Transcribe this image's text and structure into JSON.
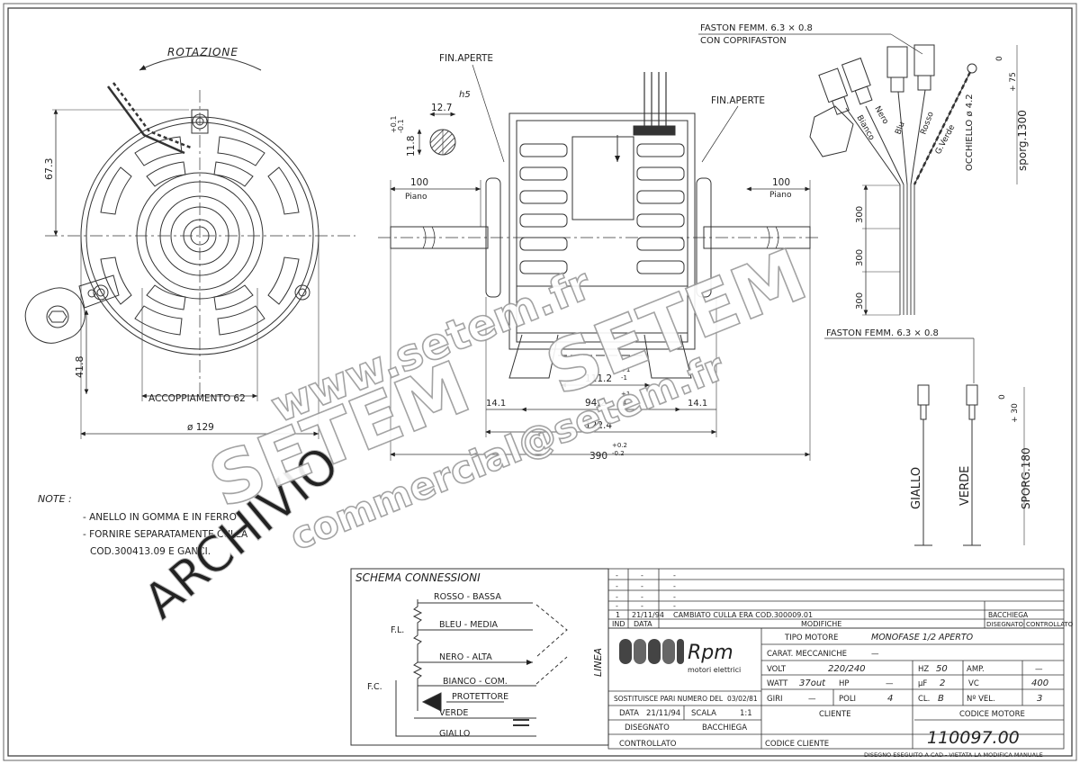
{
  "views": {
    "front": {
      "rotation_label": "ROTAZIONE",
      "dim_height": "67.3",
      "dim_side": "41.8",
      "coupling_label": "ACCOPPIAMENTO 62",
      "diameter_label": "ø 129"
    },
    "side": {
      "fin_open_left": "FIN.APERTE",
      "fin_open_right": "FIN.APERTE",
      "shaft_tol": "h5",
      "key_width": "12.7",
      "key_height": "11.8",
      "key_tol_top": "+0.1",
      "key_tol_bottom": "-0.1",
      "shaft_len_left": "100",
      "shaft_len_right": "100",
      "flat_left": "Piano",
      "flat_right": "Piano",
      "dim_111": "111.2",
      "dim_111_tol_top": "+1",
      "dim_111_tol_bottom": "-1",
      "dim_94": "94.2",
      "dim_94_tol_top": "+1",
      "dim_94_tol_bottom": "-1",
      "dim_14_left": "14.1",
      "dim_14_right": "14.1",
      "dim_122": "122.4",
      "dim_390": "390",
      "dim_390_tol_top": "+0.2",
      "dim_390_tol_bottom": "-0.2"
    },
    "cables": {
      "faston_top_1": "FASTON FEMM. 6.3 × 0.8",
      "faston_top_2": "CON COPRIFASTON",
      "wire_labels": [
        "Bianco",
        "Nero",
        "Blu",
        "Rosso",
        "G.Verde"
      ],
      "eyelet": "OCCHIELLO ø 4.2",
      "sporg_1300_prefix": "sporg.1300",
      "sporg_1300_tol_top": "+ 75",
      "sporg_1300_tol_bottom": "0",
      "len_a": "300",
      "len_b": "300",
      "len_c": "300",
      "faston_bottom": "FASTON FEMM. 6.3 × 0.8",
      "wire_giallo": "GIALLO",
      "wire_verde": "VERDE",
      "sporg_180_prefix": "SPORG.180",
      "sporg_180_tol_top": "+ 30",
      "sporg_180_tol_bottom": "0"
    }
  },
  "notes": {
    "title": "NOTE  :",
    "line1": "- ANELLO IN GOMMA E IN FERRO",
    "line2": "- FORNIRE SEPARATAMENTE CULLA",
    "line3": "COD.300413.09 E GANCI."
  },
  "archive_stamp": "ARCHIVIO",
  "watermarks": {
    "brand": "SETEM",
    "site": "www.setem.fr",
    "email": "commercial@setem.fr"
  },
  "schema": {
    "title": "SCHEMA CONNESSIONI",
    "labels": {
      "rosso": "ROSSO - BASSA",
      "bleu": "BLEU - MEDIA",
      "nero": "NERO - ALTA",
      "bianco": "BIANCO - COM.",
      "protettore": "PROTETTORE",
      "verde": "VERDE",
      "giallo": "GIALLO",
      "linea": "LINEA",
      "fl": "F.L.",
      "fc": "F.C."
    }
  },
  "revisions": {
    "rows": [
      [
        "-",
        "-",
        "-"
      ],
      [
        "-",
        "-",
        "-"
      ],
      [
        "-",
        "-",
        "-"
      ],
      [
        "-",
        "-",
        "-"
      ]
    ],
    "latest": {
      "ind": "1",
      "date": "21/11/94",
      "text": "CAMBIATO CULLA ERA COD.300009.01",
      "by": "BACCHIEGA"
    },
    "headers": {
      "ind": "IND",
      "data": "DATA",
      "modifiche": "MODIFICHE",
      "disegnato": "DISEGNATO",
      "controllato": "CONTROLLATO"
    }
  },
  "title_block": {
    "logo_text": "Rpm",
    "logo_sub": "motori elettrici",
    "tipo_motore_label": "TIPO MOTORE",
    "tipo_motore_value": "MONOFASE 1/2 APERTO",
    "carat_label": "CARAT. MECCANICHE",
    "carat_value": "—",
    "volt_label": "VOLT",
    "volt_value": "220/240",
    "hz_label": "HZ",
    "hz_value": "50",
    "amp_label": "AMP.",
    "amp_value": "—",
    "watt_label": "WATT",
    "watt_value": "37out",
    "hp_label": "HP",
    "hp_value": "—",
    "uf_label": "µF",
    "uf_value": "2",
    "vc_label": "VC",
    "vc_value": "400",
    "giri_label": "GIRI",
    "giri_value": "—",
    "poli_label": "POLI",
    "poli_value": "4",
    "cl_label": "CL.",
    "cl_value": "B",
    "nvel_label": "Nº VEL.",
    "nvel_value": "3",
    "sostituisce": "SOSTITUISCE PARI NUMERO DEL",
    "sostituisce_date": "03/02/81",
    "data_label": "DATA",
    "data_value": "21/11/94",
    "scala_label": "SCALA",
    "scala_value": "1:1",
    "disegnato_label": "DISEGNATO",
    "disegnato_value": "BACCHIEGA",
    "controllato_label": "CONTROLLATO",
    "cliente_label": "CLIENTE",
    "codice_cliente_label": "CODICE CLIENTE",
    "codice_motore_label": "CODICE MOTORE",
    "codice_motore_value": "110097.00",
    "footer": "DISEGNO ESEGUITO A CAD - VIETATA LA MODIFICA MANUALE"
  }
}
